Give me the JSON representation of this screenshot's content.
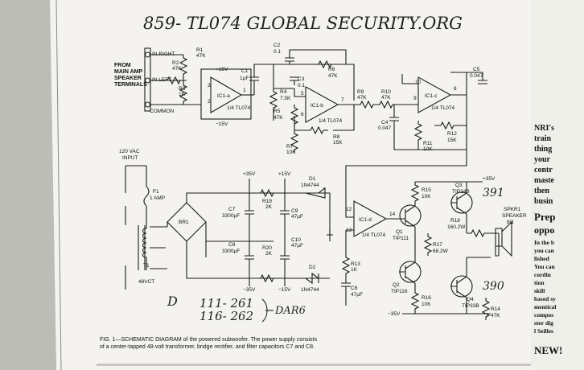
{
  "handwritten_header": "859- TL074  GLOBAL   SECURITY.ORG",
  "handwritten_notes": {
    "line1": "111- 261",
    "line2": "116- 262",
    "tag": "DAR6",
    "mark": "D",
    "tr1": "391",
    "tr2": "390"
  },
  "input_block": {
    "source_label": [
      "FROM",
      "MAIN AMP",
      "SPEAKER",
      "TERMINALS"
    ],
    "in_right": "IN RIGHT",
    "in_left": "IN LEFT",
    "common": "COMMON"
  },
  "components": {
    "R1": [
      "R1",
      "47K"
    ],
    "R2": [
      "R2",
      "47K"
    ],
    "R3": [
      "R3",
      "1K"
    ],
    "C1": [
      "C1",
      "1µF"
    ],
    "C2": [
      "C2",
      "0.1"
    ],
    "C3": [
      "C3",
      "0.1"
    ],
    "R4": [
      "R4",
      "7.5K"
    ],
    "R5": [
      "R5",
      "47K"
    ],
    "R6": [
      "R6",
      "47K"
    ],
    "R7": [
      "R7",
      "10K"
    ],
    "R8": [
      "R8",
      "15K"
    ],
    "R9": [
      "R9",
      "47K"
    ],
    "R10": [
      "R10",
      "47K"
    ],
    "R11": [
      "R11",
      "10K"
    ],
    "R12": [
      "R12",
      "15K"
    ],
    "C4": [
      "C4",
      "0.047"
    ],
    "C5": [
      "C5",
      "0.047"
    ],
    "IC1a": [
      "IC1-a",
      "1/4 TL074"
    ],
    "IC1b": [
      "IC1-b",
      "1/4 TL074"
    ],
    "IC1c": [
      "IC1-c",
      "1/4 TL074"
    ],
    "IC1d": [
      "IC1-d",
      "1/4 TL074"
    ],
    "ac_input": [
      "120 VAC",
      "INPUT"
    ],
    "F1": [
      "F1",
      "1 AMP"
    ],
    "T1": [
      "T1",
      "48VCT"
    ],
    "BR1": "BR1",
    "C7": [
      "C7",
      "3300µF"
    ],
    "C8": [
      "C8",
      "3300µF"
    ],
    "R19": [
      "R19",
      "2K"
    ],
    "R20": [
      "R20",
      "2K"
    ],
    "C9": [
      "C9",
      "47µF"
    ],
    "C10": [
      "C10",
      "47µF"
    ],
    "D1": [
      "D1",
      "1N4744"
    ],
    "D2": [
      "D2",
      "1N4744"
    ],
    "R13": [
      "R13",
      "1K"
    ],
    "C6": [
      "C6",
      "47µF"
    ],
    "R15": [
      "R15",
      "10K"
    ],
    "R16": [
      "R16",
      "10K"
    ],
    "R17": [
      "R17",
      "68.2W"
    ],
    "R18": [
      "R18",
      "160.2W"
    ],
    "R14": [
      "R14",
      "47K"
    ],
    "Q1": [
      "Q1",
      "TIP111"
    ],
    "Q2": [
      "Q2",
      "TIP116"
    ],
    "Q3": [
      "Q3",
      "TIP34B"
    ],
    "Q4": [
      "Q4",
      "TIP33B"
    ],
    "SPKR1": [
      "SPKR1",
      "SPEAKER",
      "8Ω"
    ]
  },
  "rails": {
    "p15": "+15V",
    "n15": "−15V",
    "p35": "+35V",
    "n35": "−35V",
    "p35b": "+35V"
  },
  "pins": {
    "a3": "3",
    "a2": "2",
    "a1": "1",
    "b5": "5",
    "b6": "6",
    "b7": "7",
    "c10": "10",
    "c9": "9",
    "c8": "8",
    "d12": "12",
    "d13": "13",
    "d14": "14"
  },
  "caption": {
    "line1": "FIG. 1—SCHEMATIC DIAGRAM of the powered subwoofer. The power supply consists",
    "line2": "of a center-tapped 48-volt transformer, bridge rectifier, and filter capacitors C7 and C8."
  },
  "side_text": [
    "NRI's",
    "train",
    "thing",
    "your",
    "contr",
    "maste",
    "then",
    "busin",
    "Prep",
    "oppo",
    "In the b",
    "you can",
    "lished",
    "You can",
    "cordin",
    "tion",
    "skill",
    "based sy",
    "mentical",
    "compos",
    "ster dig",
    "l Seilles",
    "NEW!"
  ],
  "colors": {
    "paper": "#f4f3ef",
    "ink": "#1b1b1b",
    "margin": "#c9c9c4"
  }
}
